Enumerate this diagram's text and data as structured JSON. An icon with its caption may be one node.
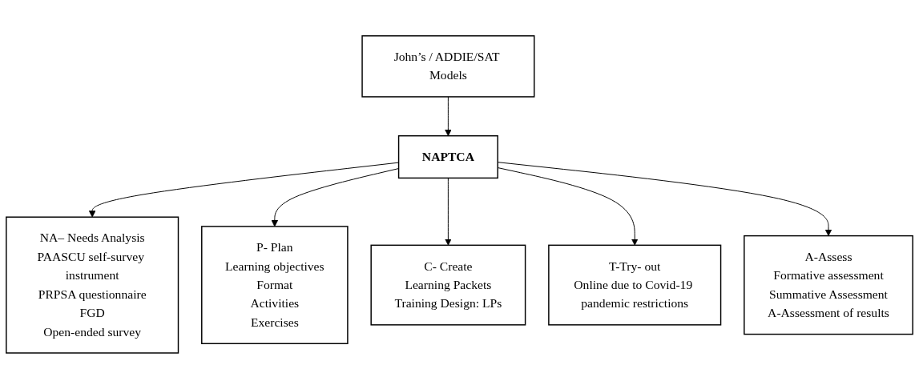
{
  "diagram": {
    "nodes": [
      {
        "text": [
          "John’s / ADDIE/SAT Models"
        ]
      },
      {
        "text": [
          "NAPTCA"
        ]
      },
      {
        "text": [
          "NA– Needs Analysis",
          "PAASCU self-survey instrument",
          "PRPSA questionnaire",
          "FGD",
          "Open-ended survey"
        ]
      },
      {
        "text": [
          "P- Plan",
          "Learning objectives",
          "Format",
          "Activities",
          "Exercises"
        ]
      },
      {
        "text": [
          "C- Create",
          "Learning Packets",
          "Training Design: LPs"
        ]
      },
      {
        "text": [
          "T-Try- out",
          "Online due to Covid-19 pandemic restrictions"
        ]
      },
      {
        "text": [
          "A-Assess",
          "Formative assessment",
          "Summative Assessment",
          "A-Assessment of results"
        ]
      }
    ],
    "edges": [
      {
        "from": 0,
        "to": 1,
        "arrow": "to"
      },
      {
        "from": 1,
        "to": 2,
        "arrow": "to"
      },
      {
        "from": 1,
        "to": 3,
        "arrow": "to"
      },
      {
        "from": 1,
        "to": 4,
        "arrow": "to"
      },
      {
        "from": 1,
        "to": 5,
        "arrow": "to"
      },
      {
        "from": 1,
        "to": 6,
        "arrow": "to"
      }
    ]
  }
}
